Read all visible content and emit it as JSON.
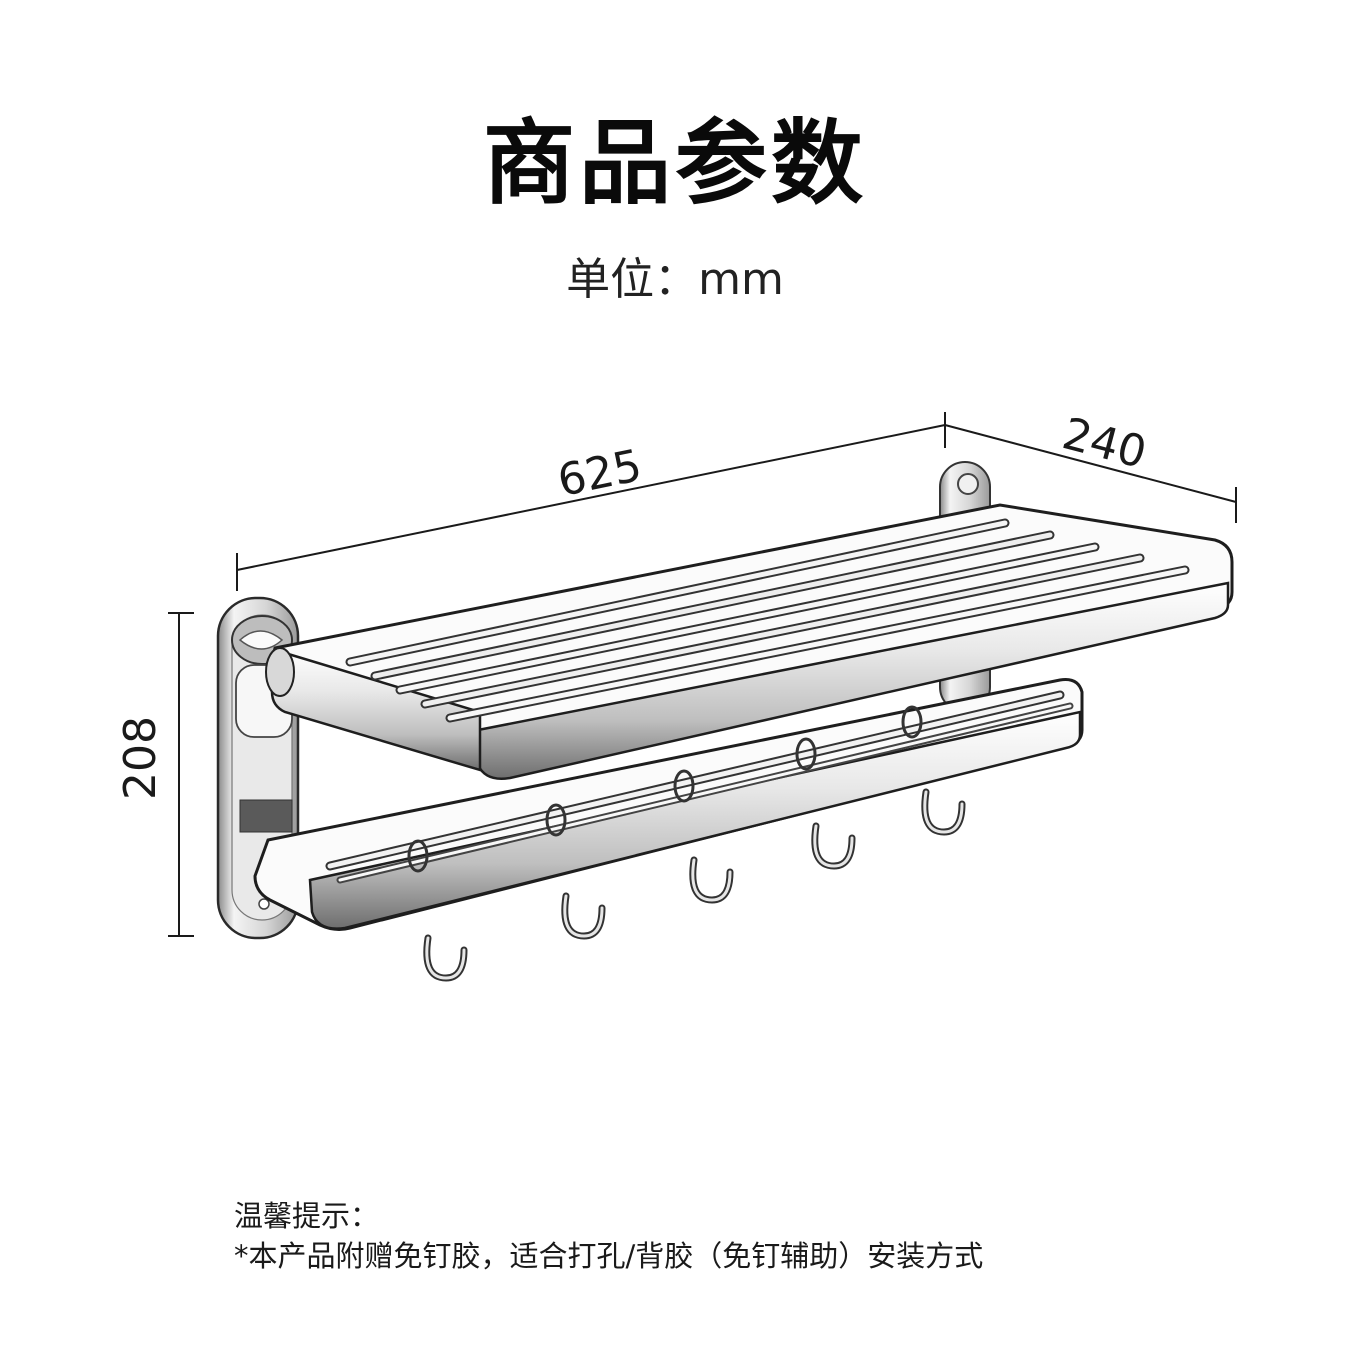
{
  "header": {
    "title": "商品参数",
    "unit_line": "单位：mm"
  },
  "dimensions": {
    "length": {
      "value": "625",
      "label": "625"
    },
    "depth": {
      "value": "240",
      "label": "240"
    },
    "height": {
      "value": "208",
      "label": "208"
    },
    "unit": "mm"
  },
  "product": {
    "description": "double-tier folding towel rack with hooks, chrome finish",
    "hook_count": 5,
    "tiers": 2,
    "colors": {
      "chrome_light": "#f4f4f4",
      "chrome_mid": "#bdbdbd",
      "chrome_dark": "#2a2a2a"
    }
  },
  "notes": {
    "heading": "温馨提示：",
    "line1": "*本产品附赠免钉胶，适合打孔/背胶（免钉辅助）安装方式"
  }
}
